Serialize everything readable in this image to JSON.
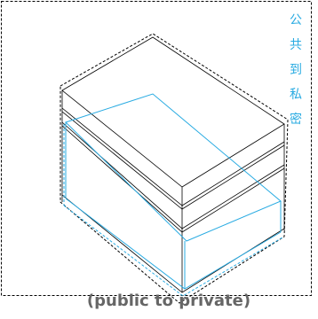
{
  "figure": {
    "vertical_label_chars": [
      "公",
      "共",
      "到",
      "私",
      "密"
    ],
    "caption": "(public to private)"
  },
  "colors": {
    "black": "#000000",
    "accent": "#29abe2",
    "caption": "#666666"
  }
}
